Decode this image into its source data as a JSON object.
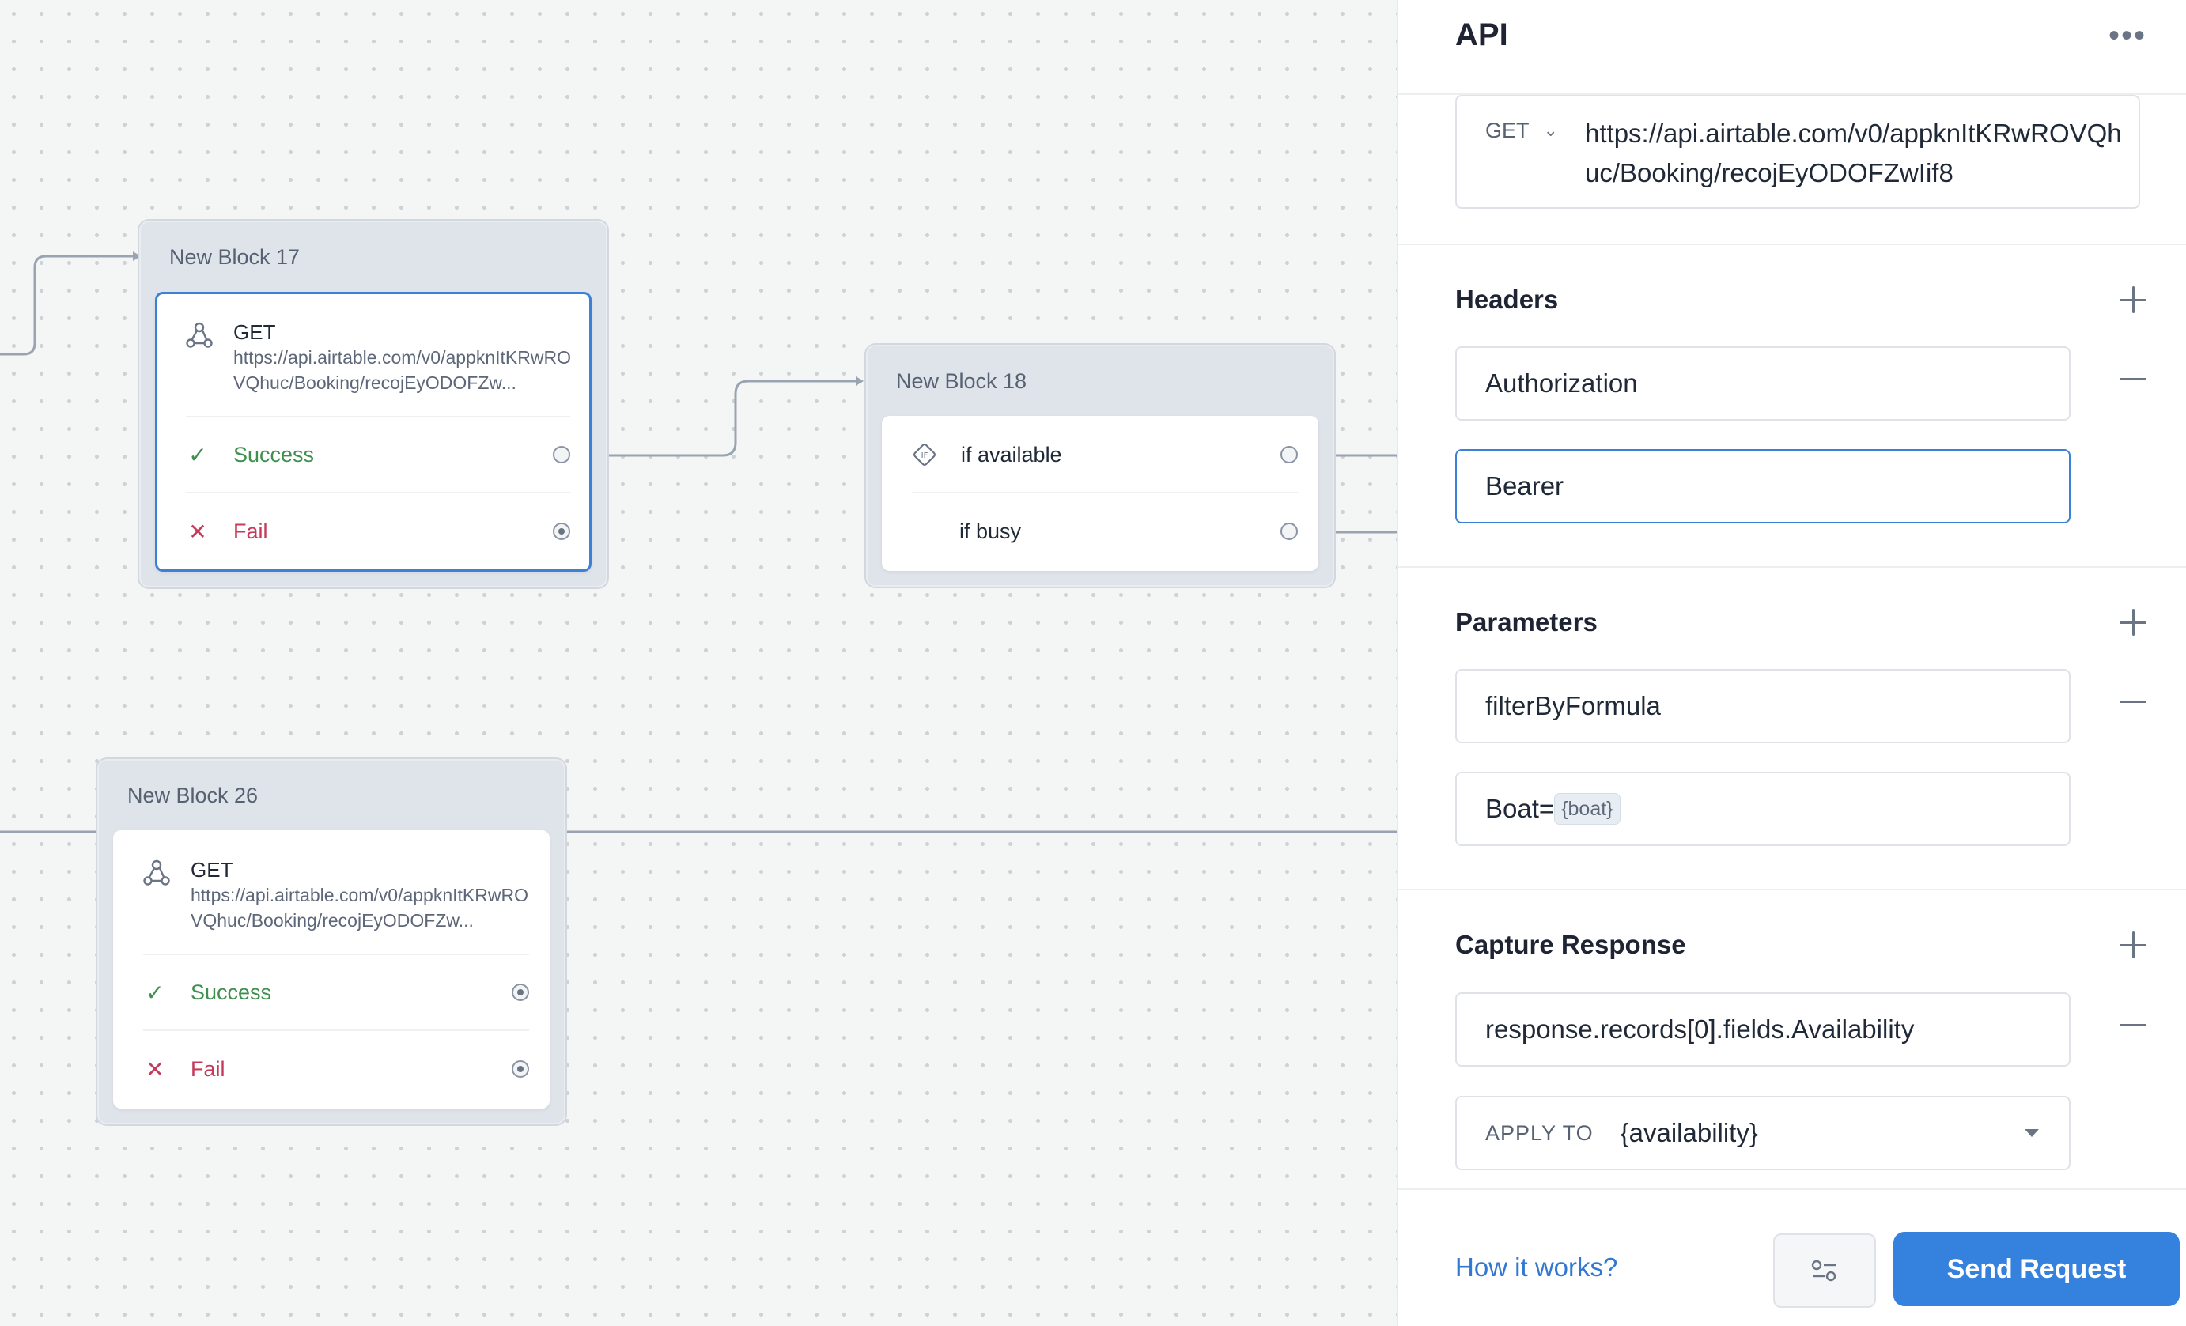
{
  "canvas": {
    "block17": {
      "title": "New Block 17",
      "method": "GET",
      "url": "https://api.airtable.com/v0/appknItKRwROVQhuc/Booking/recojEyODOFZw...",
      "success": "Success",
      "fail": "Fail"
    },
    "block18": {
      "title": "New Block 18",
      "cond1": "if available",
      "cond2": "if busy"
    },
    "block26": {
      "title": "New Block 26",
      "method": "GET",
      "url": "https://api.airtable.com/v0/appknItKRwROVQhuc/Booking/recojEyODOFZw...",
      "success": "Success",
      "fail": "Fail"
    }
  },
  "panel": {
    "title": "API",
    "method": "GET",
    "url": "https://api.airtable.com/v0/appknItKRwROVQhuc/Booking/recojEyODOFZwIif8",
    "headers": {
      "title": "Headers",
      "key": "Authorization",
      "value": "Bearer"
    },
    "parameters": {
      "title": "Parameters",
      "key": "filterByFormula",
      "value_prefix": "Boat=",
      "value_var": "{boat}"
    },
    "capture": {
      "title": "Capture Response",
      "path": "response.records[0].fields.Availability",
      "apply_label": "APPLY TO",
      "apply_value": "{availability}"
    },
    "footer": {
      "how_link": "How it works?",
      "send_label": "Send Request"
    }
  },
  "colors": {
    "accent": "#3581de",
    "success": "#3f8f4e",
    "fail": "#c43a5a"
  }
}
